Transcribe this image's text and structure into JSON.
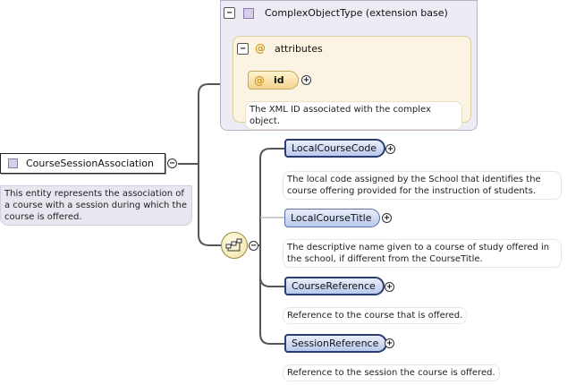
{
  "root": {
    "name": "CourseSessionAssociation",
    "description": "This entity represents the association of a course with a session during which the course is offered."
  },
  "complex_type": {
    "title": "ComplexObjectType (extension base)",
    "attribute_group": {
      "label": "attributes",
      "attribute_glyph": "@",
      "attribute": {
        "name": "id",
        "description": "The XML ID associated with the complex object."
      }
    }
  },
  "children": [
    {
      "name": "LocalCourseCode",
      "description": "The local code assigned by the School that identifies the course offering provided for the instruction of students.",
      "required": true
    },
    {
      "name": "LocalCourseTitle",
      "description": "The descriptive name given to a course of study offered in the school, if different from the CourseTitle.",
      "required": false
    },
    {
      "name": "CourseReference",
      "description": "Reference to the course that is offered.",
      "required": true
    },
    {
      "name": "SessionReference",
      "description": "Reference to the session the course is offered.",
      "required": true
    }
  ],
  "icons": {
    "collapse": "−",
    "expand": "+"
  },
  "colors": {
    "element_fill": "#b9c9ec",
    "element_border": "#2c3c72",
    "attribute_fill": "#f3d58f",
    "complex_type_bg": "#edebf3"
  }
}
